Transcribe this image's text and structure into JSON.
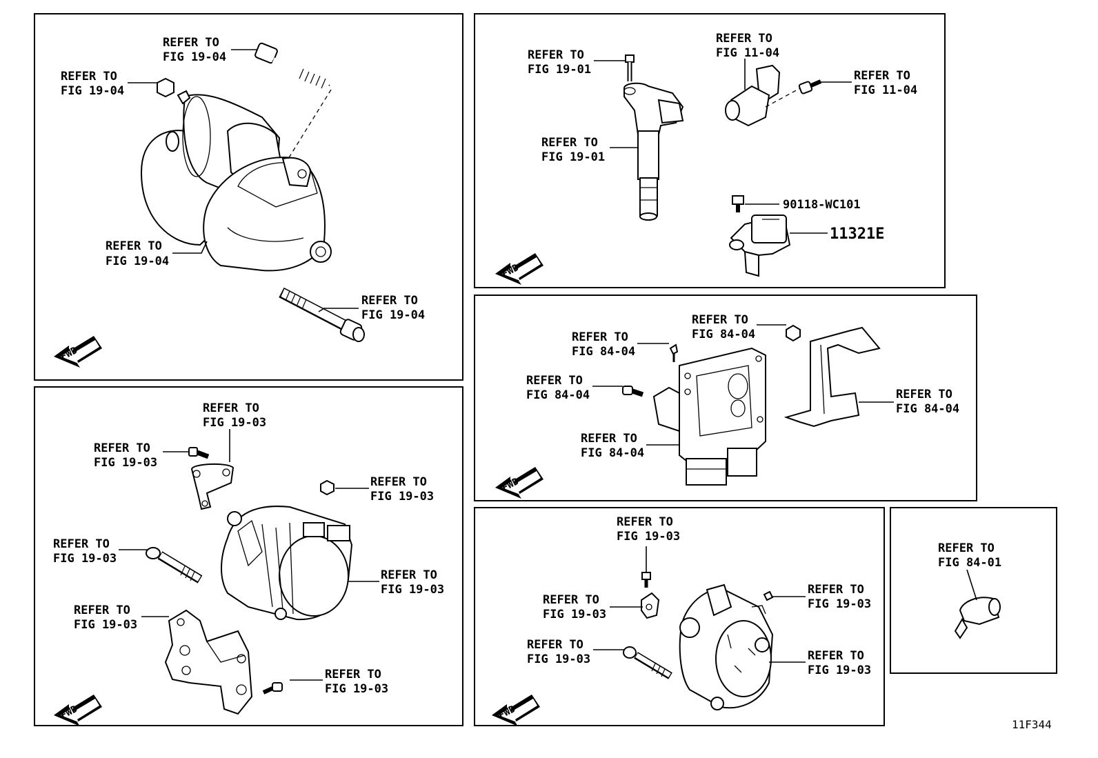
{
  "diagram_code": "11F344",
  "fwd_label": "FWD",
  "panels": {
    "starter": {
      "labels": [
        {
          "l1": "REFER TO",
          "l2": "FIG 19-04"
        },
        {
          "l1": "REFER TO",
          "l2": "FIG 19-04"
        },
        {
          "l1": "REFER TO",
          "l2": "FIG 19-04"
        },
        {
          "l1": "REFER TO",
          "l2": "FIG 19-04"
        }
      ]
    },
    "ignition": {
      "labels": [
        {
          "l1": "REFER TO",
          "l2": "FIG 19-01"
        },
        {
          "l1": "REFER TO",
          "l2": "FIG 19-01"
        },
        {
          "l1": "REFER TO",
          "l2": "FIG 11-04"
        },
        {
          "l1": "REFER TO",
          "l2": "FIG 11-04"
        }
      ],
      "part_bolt": "90118-WC101",
      "part_sensor": "11321E"
    },
    "ecu": {
      "labels": [
        {
          "l1": "REFER TO",
          "l2": "FIG 84-04"
        },
        {
          "l1": "REFER TO",
          "l2": "FIG 84-04"
        },
        {
          "l1": "REFER TO",
          "l2": "FIG 84-04"
        },
        {
          "l1": "REFER TO",
          "l2": "FIG 84-04"
        },
        {
          "l1": "REFER TO",
          "l2": "FIG 84-04"
        }
      ]
    },
    "alternator_left": {
      "labels": [
        {
          "l1": "REFER TO",
          "l2": "FIG 19-03"
        },
        {
          "l1": "REFER TO",
          "l2": "FIG 19-03"
        },
        {
          "l1": "REFER TO",
          "l2": "FIG 19-03"
        },
        {
          "l1": "REFER TO",
          "l2": "FIG 19-03"
        },
        {
          "l1": "REFER TO",
          "l2": "FIG 19-03"
        },
        {
          "l1": "REFER TO",
          "l2": "FIG 19-03"
        },
        {
          "l1": "REFER TO",
          "l2": "FIG 19-03"
        }
      ]
    },
    "alternator_right": {
      "labels": [
        {
          "l1": "REFER TO",
          "l2": "FIG 19-03"
        },
        {
          "l1": "REFER TO",
          "l2": "FIG 19-03"
        },
        {
          "l1": "REFER TO",
          "l2": "FIG 19-03"
        },
        {
          "l1": "REFER TO",
          "l2": "FIG 19-03"
        },
        {
          "l1": "REFER TO",
          "l2": "FIG 19-03"
        }
      ]
    },
    "switch": {
      "labels": [
        {
          "l1": "REFER TO",
          "l2": "FIG 84-01"
        }
      ]
    }
  }
}
